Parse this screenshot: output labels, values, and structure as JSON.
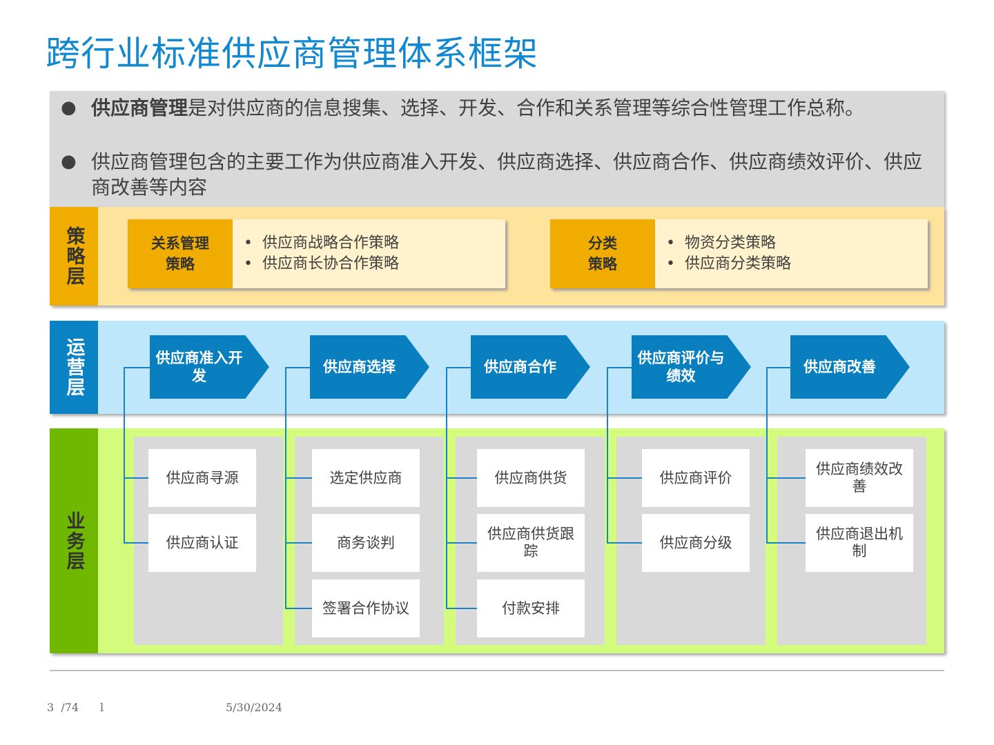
{
  "title": "跨行业标准供应商管理体系框架",
  "intro": {
    "bullet1_bold": "供应商管理",
    "bullet1_rest": "是对供应商的信息搜集、选择、开发、合作和关系管理等综合性管理工作总称。",
    "bullet2": "供应商管理包含的主要工作为供应商准入开发、供应商选择、供应商合作、供应商绩效评价、供应商改善等内容"
  },
  "strategy": {
    "label": "策略层",
    "boxes": [
      {
        "head": "关系管理策略",
        "items": [
          "供应商战略合作策略",
          "供应商长协合作策略"
        ]
      },
      {
        "head": "分类策略",
        "items": [
          "物资分类策略",
          "供应商分类策略"
        ]
      }
    ]
  },
  "operations": {
    "label": "运营层",
    "steps": [
      "供应商准入开发",
      "供应商选择",
      "供应商合作",
      "供应商评价与绩效",
      "供应商改善"
    ]
  },
  "business": {
    "label": "业务层",
    "columns": [
      [
        "供应商寻源",
        "供应商认证"
      ],
      [
        "选定供应商",
        "商务谈判",
        "签署合作协议"
      ],
      [
        "供应商供货",
        "供应商供货跟踪",
        "付款安排"
      ],
      [
        "供应商评价",
        "供应商分级"
      ],
      [
        "供应商绩效改善",
        "供应商退出机制"
      ]
    ]
  },
  "footer": {
    "page": "3",
    "total": "/74",
    "mark": "l",
    "date": "5/30/2024"
  },
  "colors": {
    "title": "#1188d0",
    "strategy": "#f0ad00",
    "operations": "#0a7fc0",
    "business": "#70b800"
  }
}
